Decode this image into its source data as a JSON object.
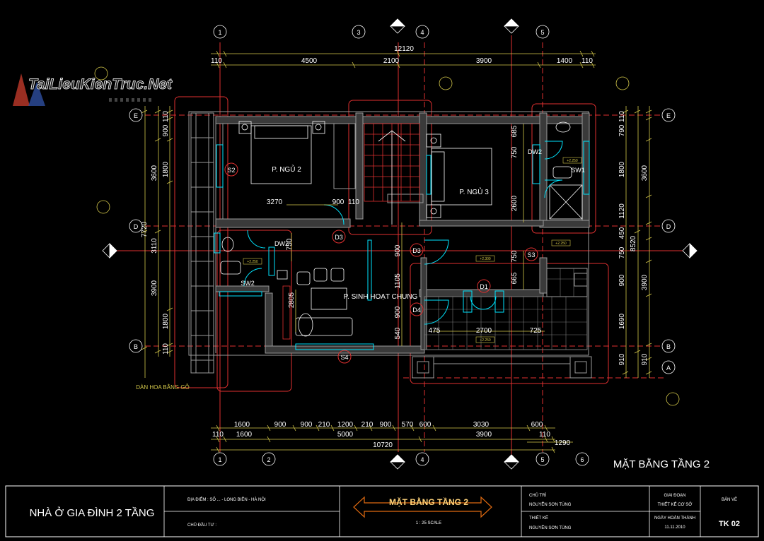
{
  "watermark": {
    "text": "TaiLieuKienTruc.Net"
  },
  "colors": {
    "wall": "#9a9a9a",
    "grid": "#e03030",
    "dim": "#d4c84a",
    "cyan": "#00e5ff",
    "white": "#ffffff",
    "tiles": "#7a7a7a"
  },
  "grid_axes": {
    "top": [
      "1",
      "3",
      "4",
      "5"
    ],
    "bottom": [
      "1",
      "2",
      "4",
      "5",
      "6"
    ],
    "left": [
      "E",
      "D",
      "B"
    ],
    "right": [
      "E",
      "D",
      "B",
      "A"
    ]
  },
  "dims_top": {
    "total": "12120",
    "segments": [
      "110",
      "4500",
      "2100",
      "3900",
      "1400",
      "110"
    ]
  },
  "dims_bottom": {
    "row1": [
      "1600",
      "900",
      "900",
      "210",
      "1200",
      "210",
      "900",
      "570",
      "600",
      "3030",
      "600"
    ],
    "row2": [
      "110",
      "1600",
      "5000",
      "3900",
      "110"
    ],
    "total": "10720",
    "right": "1290"
  },
  "dims_left": {
    "outer": "7720",
    "mid": [
      "3600",
      "3110",
      "3900"
    ],
    "inner": [
      "110",
      "900",
      "1800",
      "1800",
      "110"
    ]
  },
  "dims_right": {
    "outer": "8520",
    "mid": [
      "3600",
      "3900"
    ],
    "inner": [
      "110",
      "790",
      "1800",
      "1120",
      "450",
      "750",
      "900",
      "1690",
      "910",
      "910"
    ]
  },
  "dims_inner": [
    "3270",
    "900",
    "110",
    "685",
    "750",
    "2600",
    "900",
    "1105",
    "750",
    "665",
    "2805",
    "900",
    "540",
    "475",
    "2700",
    "725",
    "750"
  ],
  "rooms": {
    "bed2": "P. NGỦ 2",
    "bed3": "P. NGỦ 3",
    "living": "P. SINH HOẠT CHUNG",
    "note_left": "DÀN HOA BẰNG GỖ"
  },
  "tags": {
    "s2": "S2",
    "s3": "S3",
    "s4": "S4",
    "d1": "D1",
    "d3a": "D3",
    "d3b": "D3",
    "d4": "D4",
    "dw2a": "DW2",
    "dw2b": "DW2",
    "sw1": "SW1",
    "sw2": "SW2",
    "lv1": "+2.250",
    "lv2": "+2.300",
    "lv3": "+2.250",
    "lv4": "+2.250",
    "lv5": "+2.250"
  },
  "plan_title": "MẶT BẰNG TẦNG 2",
  "title_block": {
    "project": "NHÀ Ở GIA ĐÌNH 2 TẦNG",
    "location": "ĐỊA ĐIỂM : SỐ ... - LONG BIÊN - HÀ NỘI",
    "owner": "CHỦ ĐẦU TƯ :",
    "sheet_title": "MẶT BẰNG TẦNG 2",
    "scale": "1 : 25 SCALE",
    "lead_label": "CHỦ TRÌ",
    "lead_name": "NGUYỄN SƠN TÙNG",
    "design_label": "THIẾT KẾ",
    "design_name": "NGUYỄN SƠN TÙNG",
    "phase_label": "GIAI ĐOẠN",
    "phase_value": "THIẾT KẾ CƠ SỞ",
    "date_label": "NGÀY HOÀN THÀNH",
    "date_value": "11.11.2010",
    "sheet_label": "BẢN VẼ",
    "sheet_no": "TK 02"
  }
}
